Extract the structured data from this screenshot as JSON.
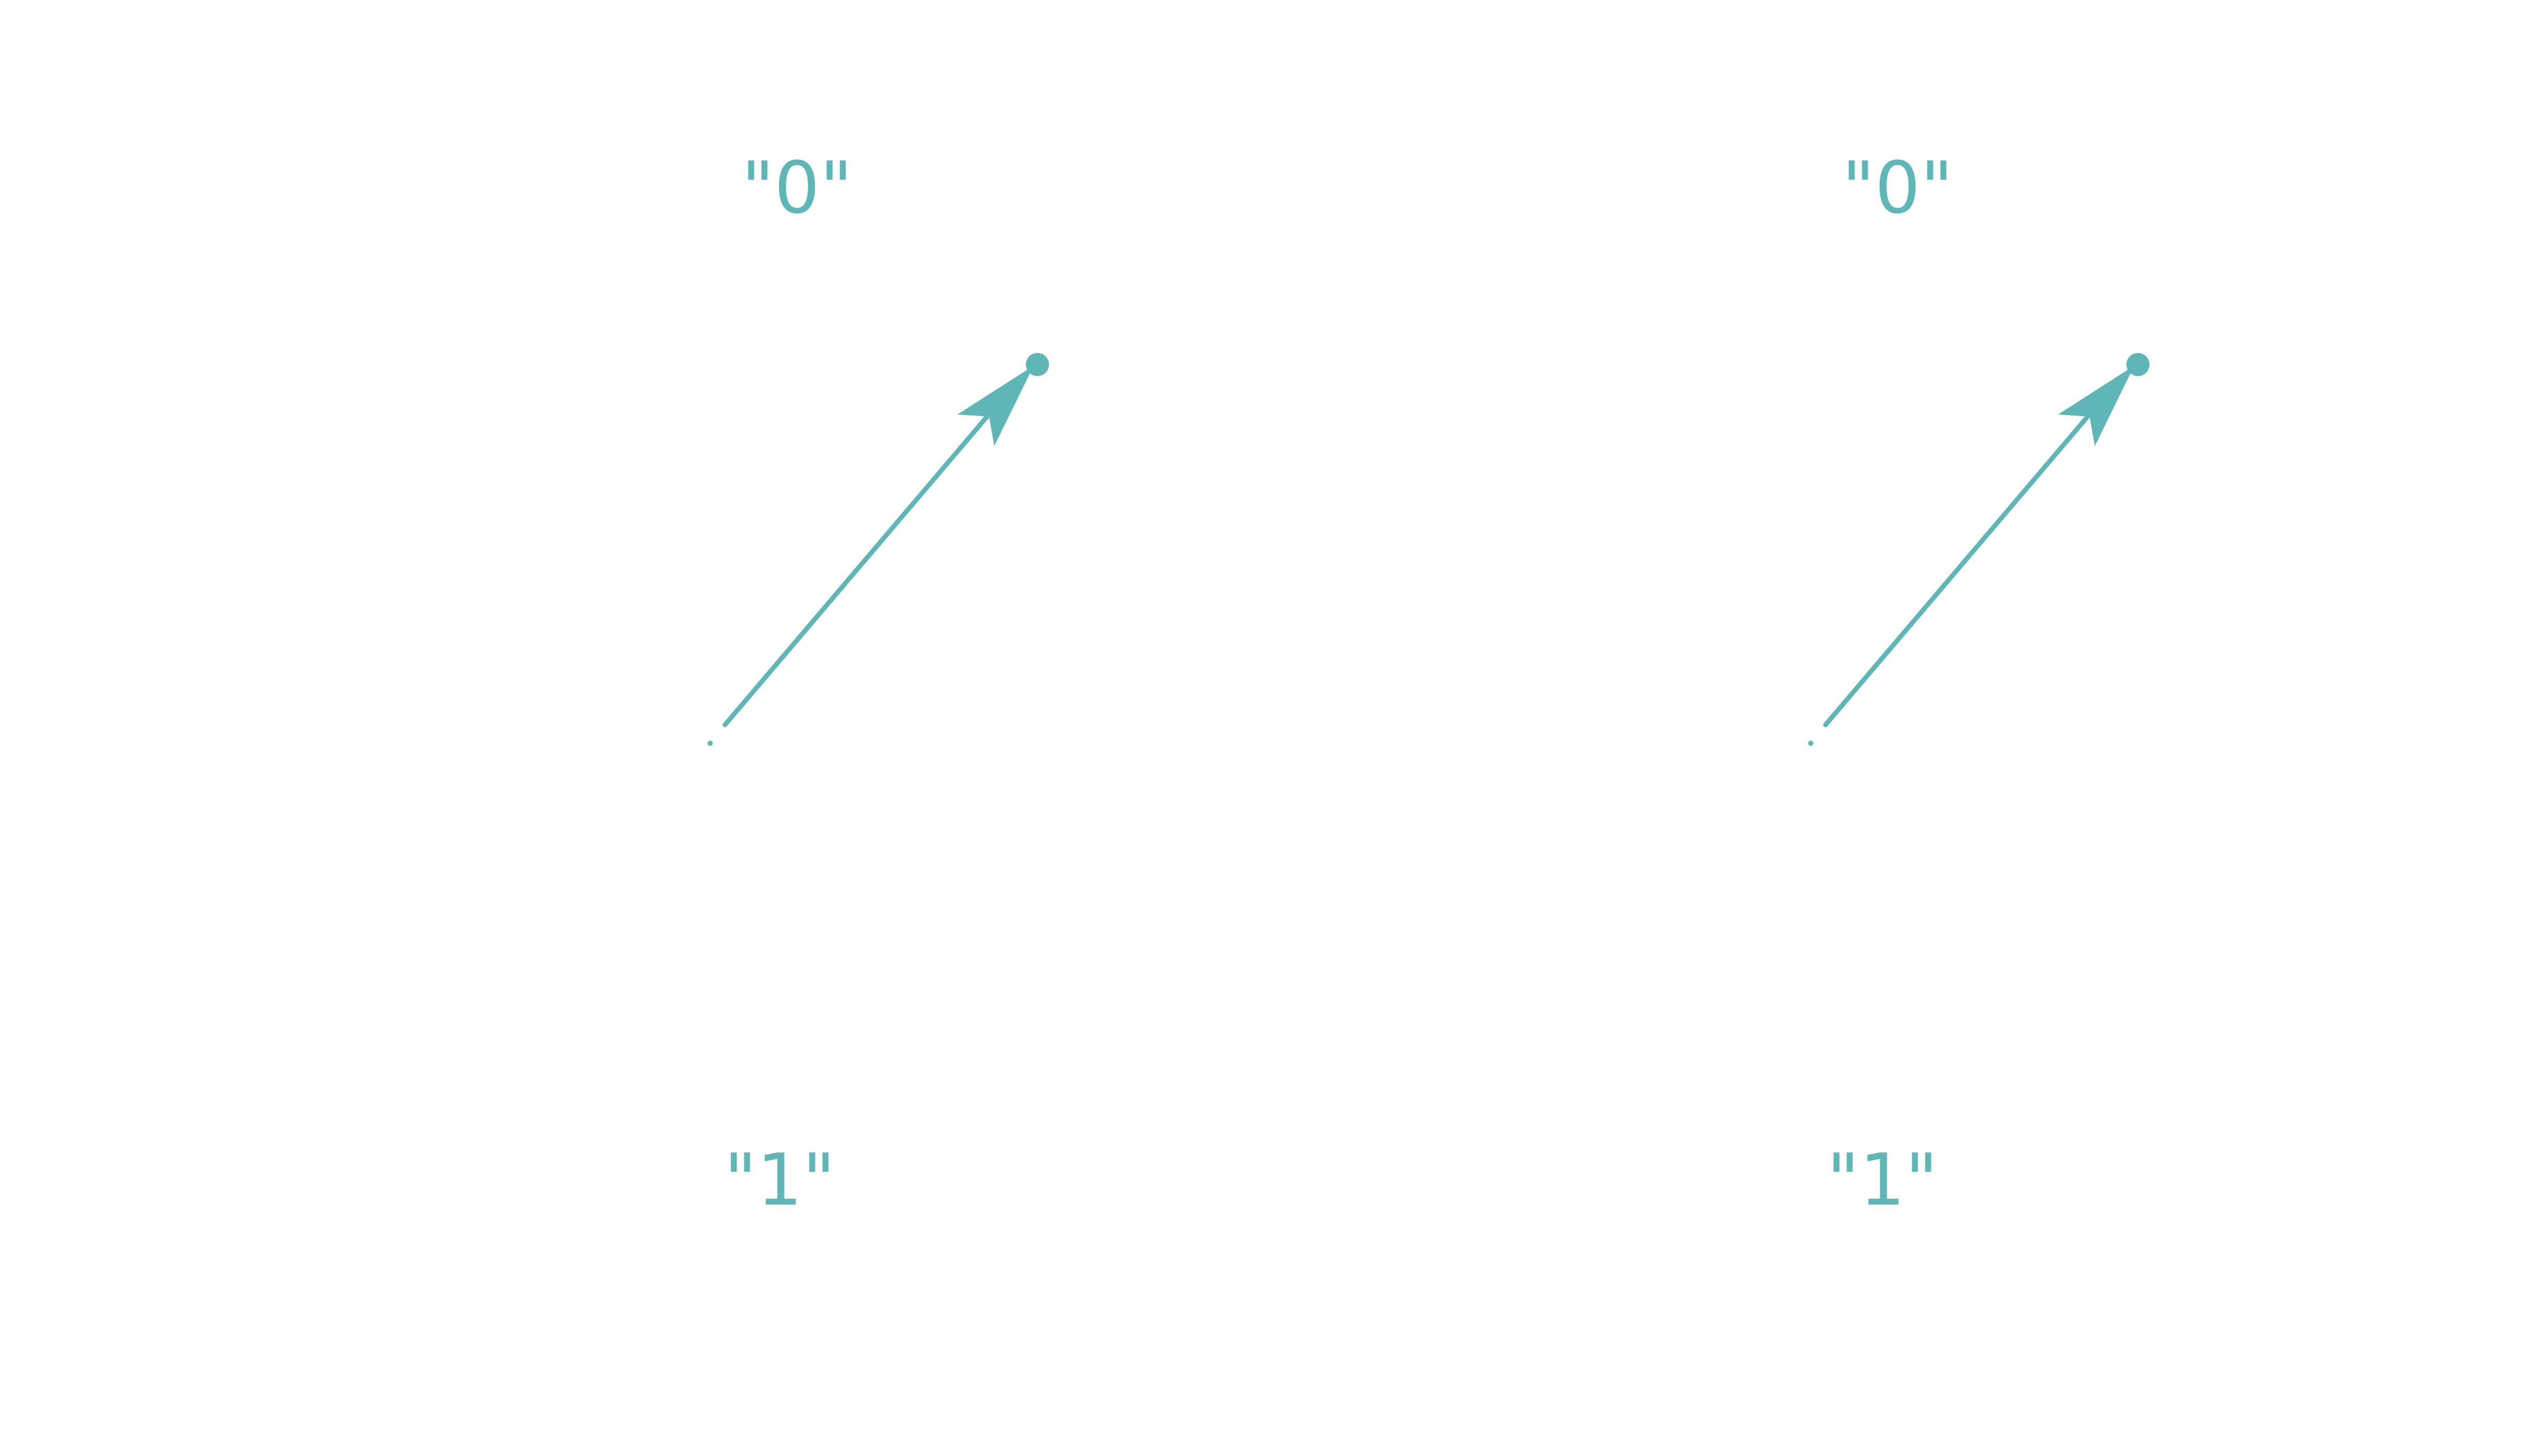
{
  "diagram": {
    "color": "#5fb6b6",
    "panels": [
      {
        "top_label": "\"0\"",
        "bottom_label": "\"1\"",
        "arrow": {
          "icon": "arrow-icon",
          "tip_icon": "dot-icon"
        }
      },
      {
        "top_label": "\"0\"",
        "bottom_label": "\"1\"",
        "arrow": {
          "icon": "arrow-icon",
          "tip_icon": "dot-icon"
        }
      }
    ]
  }
}
